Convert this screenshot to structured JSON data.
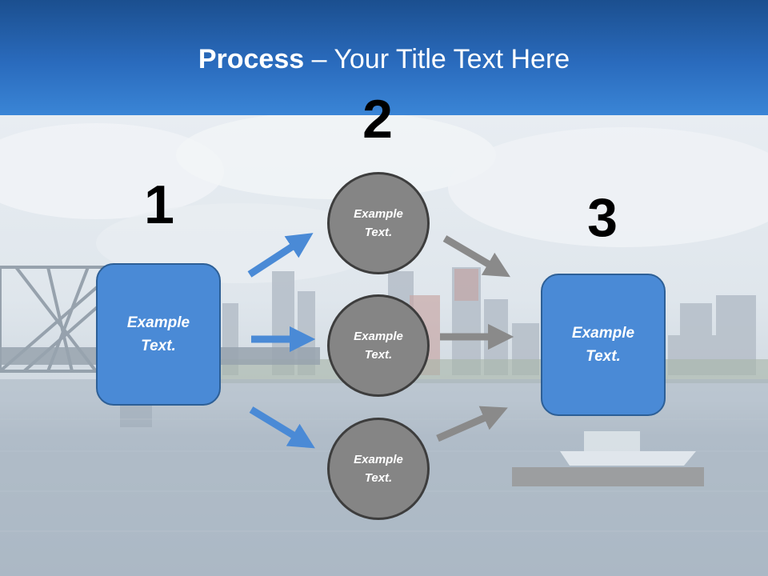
{
  "slide": {
    "title_bold": "Process",
    "title_rest": " – Your Title Text Here"
  },
  "steps": {
    "step1": {
      "number": "1",
      "box_text_line1": "Example",
      "box_text_line2": "Text."
    },
    "step2": {
      "number": "2",
      "circles": [
        {
          "line1": "Example",
          "line2": "Text."
        },
        {
          "line1": "Example",
          "line2": "Text."
        },
        {
          "line1": "Example",
          "line2": "Text."
        }
      ]
    },
    "step3": {
      "number": "3",
      "box_text_line1": "Example",
      "box_text_line2": "Text."
    }
  },
  "colors": {
    "header": "#2a6bbd",
    "box_fill": "#4a8ad6",
    "circle_fill": "#858585",
    "arrow_blue": "#4a8ad6",
    "arrow_gray": "#8a8a8a"
  }
}
